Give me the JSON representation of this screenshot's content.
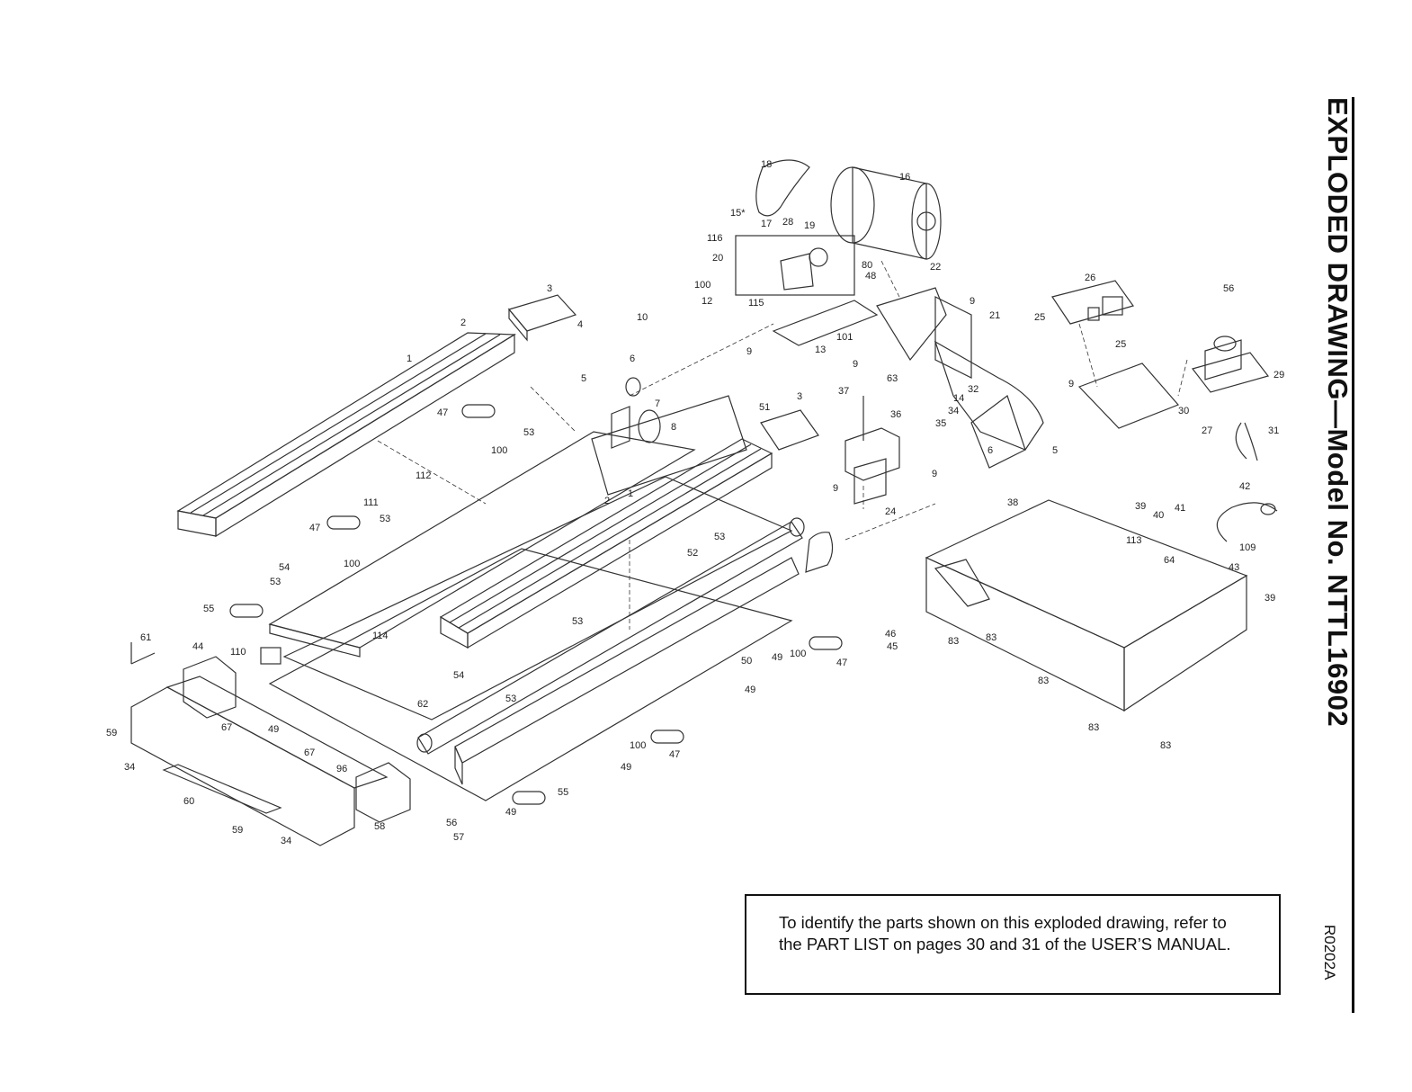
{
  "title": "EXPLODED DRAWING—Model No. NTTL16902",
  "doc_code": "R0202A",
  "note": "To identify the parts shown on this exploded drawing, refer to the PART LIST on pages 30 and 31 of the USER’S MANUAL.",
  "callouts": [
    {
      "id": "c18",
      "label": "18"
    },
    {
      "id": "c16",
      "label": "16"
    },
    {
      "id": "c15",
      "label": "15*"
    },
    {
      "id": "c17",
      "label": "17"
    },
    {
      "id": "c28",
      "label": "28"
    },
    {
      "id": "c19",
      "label": "19"
    },
    {
      "id": "c116",
      "label": "116"
    },
    {
      "id": "c20",
      "label": "20"
    },
    {
      "id": "c80",
      "label": "80"
    },
    {
      "id": "c48",
      "label": "48"
    },
    {
      "id": "c100a",
      "label": "100"
    },
    {
      "id": "c12",
      "label": "12"
    },
    {
      "id": "c115",
      "label": "115"
    },
    {
      "id": "c101",
      "label": "101"
    },
    {
      "id": "c22",
      "label": "22"
    },
    {
      "id": "c3a",
      "label": "3"
    },
    {
      "id": "c4",
      "label": "4"
    },
    {
      "id": "c2a",
      "label": "2"
    },
    {
      "id": "c10",
      "label": "10"
    },
    {
      "id": "c9a",
      "label": "9"
    },
    {
      "id": "c9b",
      "label": "9"
    },
    {
      "id": "c13",
      "label": "13"
    },
    {
      "id": "c21",
      "label": "21"
    },
    {
      "id": "c26",
      "label": "26"
    },
    {
      "id": "c25a",
      "label": "25"
    },
    {
      "id": "c25b",
      "label": "25"
    },
    {
      "id": "c56",
      "label": "56"
    },
    {
      "id": "c1a",
      "label": "1"
    },
    {
      "id": "c6a",
      "label": "6"
    },
    {
      "id": "c9c",
      "label": "9"
    },
    {
      "id": "c63",
      "label": "63"
    },
    {
      "id": "c29",
      "label": "29"
    },
    {
      "id": "c5a",
      "label": "5"
    },
    {
      "id": "c7",
      "label": "7"
    },
    {
      "id": "c8",
      "label": "8"
    },
    {
      "id": "c3b",
      "label": "3"
    },
    {
      "id": "c37",
      "label": "37"
    },
    {
      "id": "c9d",
      "label": "9"
    },
    {
      "id": "c47a",
      "label": "47"
    },
    {
      "id": "c51",
      "label": "51"
    },
    {
      "id": "c32",
      "label": "32"
    },
    {
      "id": "c14",
      "label": "14"
    },
    {
      "id": "c34a",
      "label": "34"
    },
    {
      "id": "c36",
      "label": "36"
    },
    {
      "id": "c30",
      "label": "30"
    },
    {
      "id": "c27",
      "label": "27"
    },
    {
      "id": "c31",
      "label": "31"
    },
    {
      "id": "c53a",
      "label": "53"
    },
    {
      "id": "c100b",
      "label": "100"
    },
    {
      "id": "c35",
      "label": "35"
    },
    {
      "id": "c6b",
      "label": "6"
    },
    {
      "id": "c9e",
      "label": "9"
    },
    {
      "id": "c9f",
      "label": "9"
    },
    {
      "id": "c5b",
      "label": "5"
    },
    {
      "id": "c112",
      "label": "112"
    },
    {
      "id": "c111",
      "label": "111"
    },
    {
      "id": "c24",
      "label": "24"
    },
    {
      "id": "c42",
      "label": "42"
    },
    {
      "id": "c2b",
      "label": "2"
    },
    {
      "id": "c1b",
      "label": "1"
    },
    {
      "id": "c38",
      "label": "38"
    },
    {
      "id": "c39a",
      "label": "39"
    },
    {
      "id": "c40",
      "label": "40"
    },
    {
      "id": "c41",
      "label": "41"
    },
    {
      "id": "c47b",
      "label": "47"
    },
    {
      "id": "c53b",
      "label": "53"
    },
    {
      "id": "c113",
      "label": "113"
    },
    {
      "id": "c109",
      "label": "109"
    },
    {
      "id": "c53c",
      "label": "53"
    },
    {
      "id": "c100c",
      "label": "100"
    },
    {
      "id": "c52",
      "label": "52"
    },
    {
      "id": "c64",
      "label": "64"
    },
    {
      "id": "c43",
      "label": "43"
    },
    {
      "id": "c54a",
      "label": "54"
    },
    {
      "id": "c53d",
      "label": "53"
    },
    {
      "id": "c39b",
      "label": "39"
    },
    {
      "id": "c55a",
      "label": "55"
    },
    {
      "id": "c53e",
      "label": "53"
    },
    {
      "id": "c46",
      "label": "46"
    },
    {
      "id": "c45",
      "label": "45"
    },
    {
      "id": "c61",
      "label": "61"
    },
    {
      "id": "c114",
      "label": "114"
    },
    {
      "id": "c83a",
      "label": "83"
    },
    {
      "id": "c83b",
      "label": "83"
    },
    {
      "id": "c44",
      "label": "44"
    },
    {
      "id": "c110",
      "label": "110"
    },
    {
      "id": "c50",
      "label": "50"
    },
    {
      "id": "c49a",
      "label": "49"
    },
    {
      "id": "c100d",
      "label": "100"
    },
    {
      "id": "c47c",
      "label": "47"
    },
    {
      "id": "c54b",
      "label": "54"
    },
    {
      "id": "c49b",
      "label": "49"
    },
    {
      "id": "c83c",
      "label": "83"
    },
    {
      "id": "c53f",
      "label": "53"
    },
    {
      "id": "c62",
      "label": "62"
    },
    {
      "id": "c67a",
      "label": "67"
    },
    {
      "id": "c59a",
      "label": "59"
    },
    {
      "id": "c49c",
      "label": "49"
    },
    {
      "id": "c83d",
      "label": "83"
    },
    {
      "id": "c83e",
      "label": "83"
    },
    {
      "id": "c34b",
      "label": "34"
    },
    {
      "id": "c100e",
      "label": "100"
    },
    {
      "id": "c47d",
      "label": "47"
    },
    {
      "id": "c67b",
      "label": "67"
    },
    {
      "id": "c96",
      "label": "96"
    },
    {
      "id": "c49d",
      "label": "49"
    },
    {
      "id": "c60",
      "label": "60"
    },
    {
      "id": "c55b",
      "label": "55"
    },
    {
      "id": "c49e",
      "label": "49"
    },
    {
      "id": "c58",
      "label": "58"
    },
    {
      "id": "c56b",
      "label": "56"
    },
    {
      "id": "c59b",
      "label": "59"
    },
    {
      "id": "c34c",
      "label": "34"
    },
    {
      "id": "c57",
      "label": "57"
    }
  ]
}
